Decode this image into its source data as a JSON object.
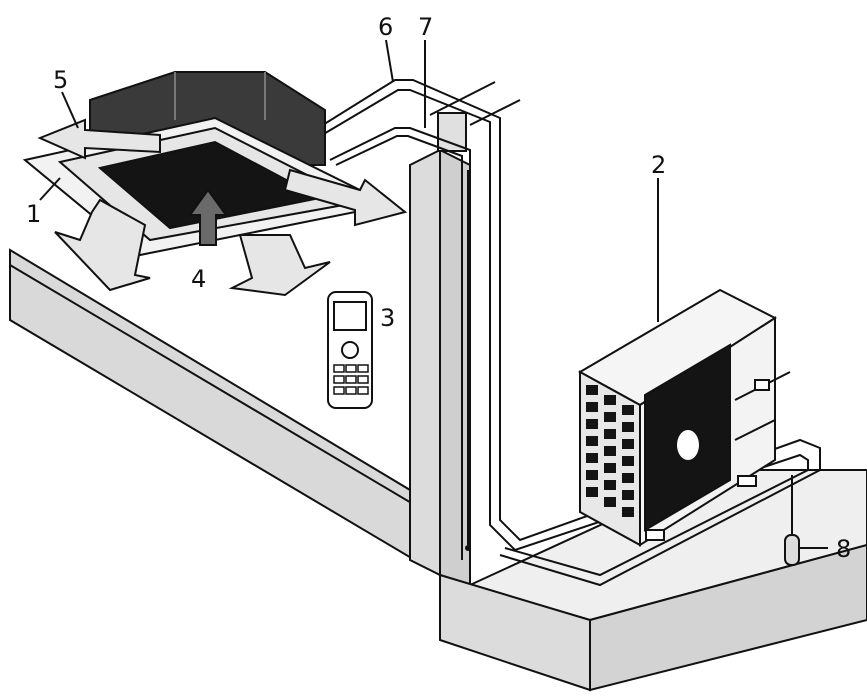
{
  "callouts": {
    "c1": "1",
    "c2": "2",
    "c3": "3",
    "c4": "4",
    "c5": "5",
    "c6": "6",
    "c7": "7",
    "c8": "8"
  },
  "colors": {
    "background": "#ffffff",
    "wall_fill": "#dcdcdc",
    "wall_top": "#efefef",
    "outline": "#111111",
    "panel_dark": "#141414",
    "airflow_arrow": "#e6e6e6"
  },
  "icons": {
    "cassette": "ceiling-cassette-indoor-unit",
    "outdoor": "outdoor-condensing-unit",
    "remote": "wireless-remote-control",
    "drain": "drain-hose"
  }
}
